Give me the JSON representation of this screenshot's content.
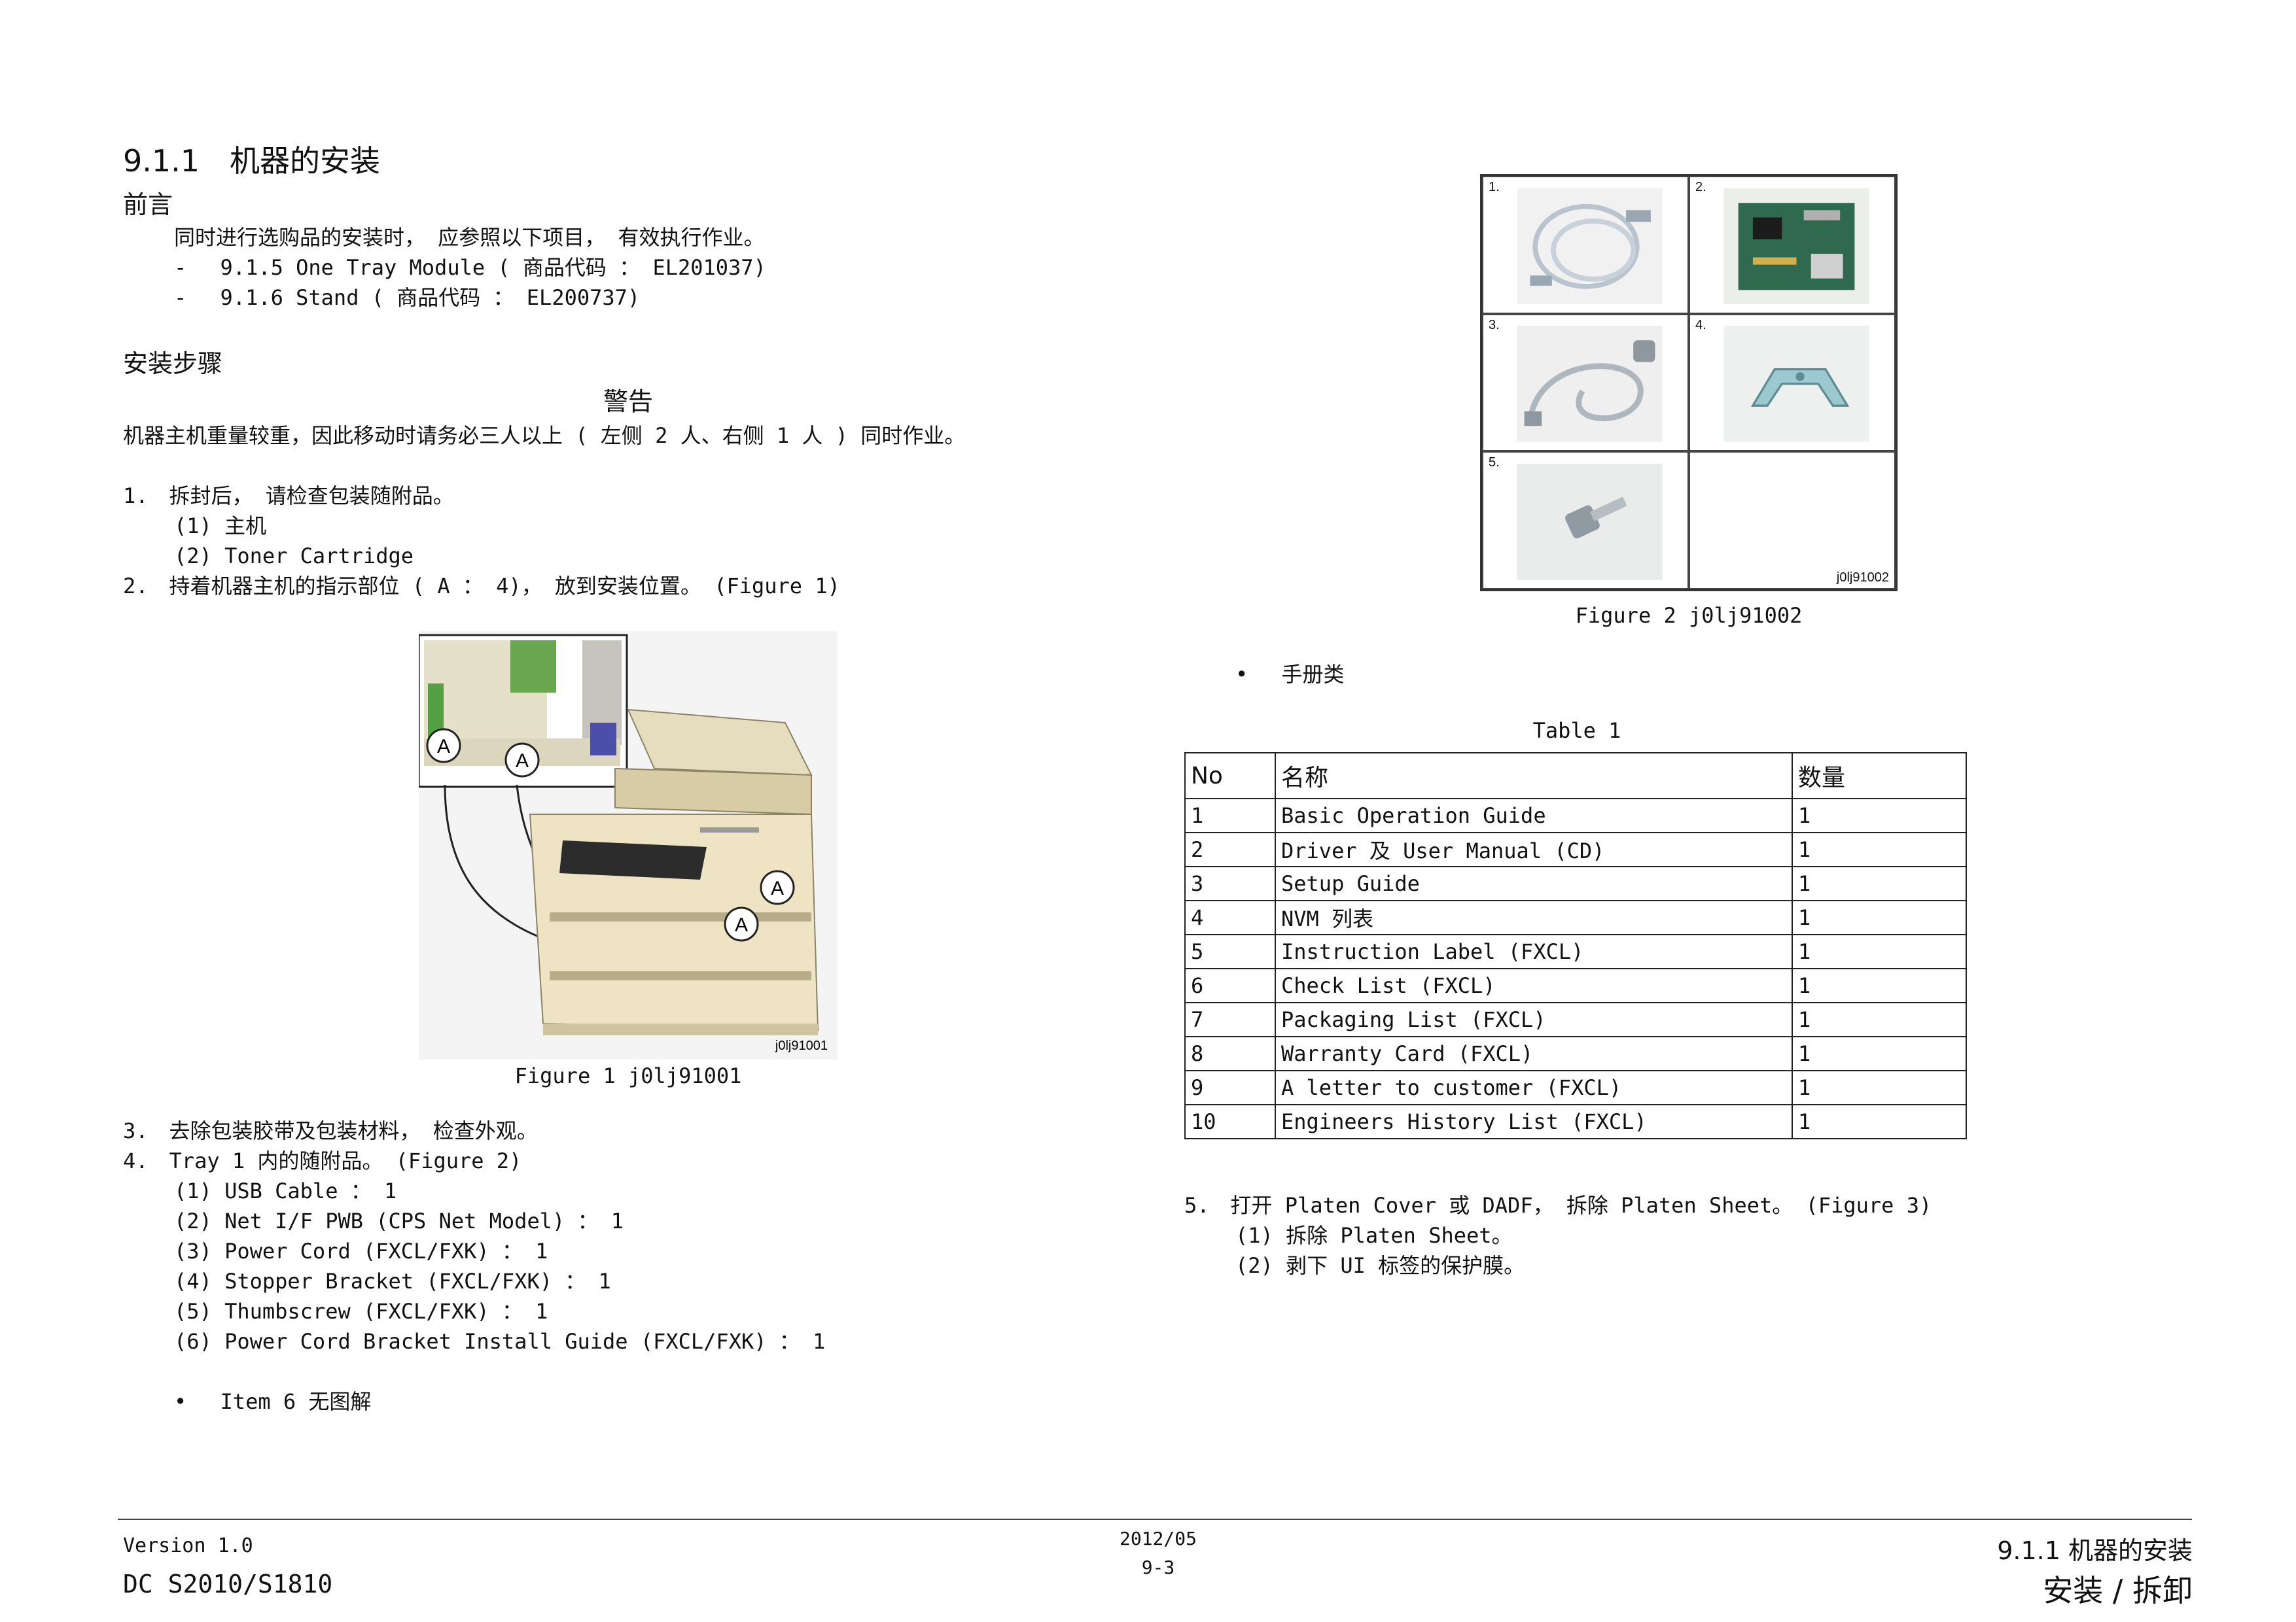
{
  "left": {
    "section_title": "9.1.1　机器的安装",
    "preface_heading": "前言",
    "preface_text": "同时进行选购品的安装时， 应参照以下项目， 有效执行作业。",
    "preface_items": [
      "-　 9.1.5 One Tray Module ( 商品代码 ： EL201037)",
      "-　 9.1.6 Stand ( 商品代码 ： EL200737)"
    ],
    "steps_heading": "安装步骤",
    "warning_label": "警告",
    "warning_text": "机器主机重量较重，因此移动时请务必三人以上 ( 左侧 2 人、右侧 1 人 ) 同时作业。",
    "step1": "1.　拆封后， 请检查包装随附品。",
    "step1_items": [
      "(1) 主机",
      "(2) Toner Cartridge"
    ],
    "step2": "2.　持着机器主机的指示部位 ( A ： 4)， 放到安装位置。 (Figure 1)",
    "figure1_caption": "Figure 1 j0lj91001",
    "figure1_code": "j0lj91001",
    "figure1_callout": "A",
    "step3": "3.　去除包装胶带及包装材料， 检查外观。",
    "step4": "4.　Tray 1 内的随附品。 (Figure 2)",
    "step4_items": [
      "(1) USB Cable ： 1",
      "(2) Net I/F PWB (CPS Net Model) ： 1",
      "(3) Power Cord (FXCL/FXK) ： 1",
      "(4) Stopper Bracket (FXCL/FXK) ： 1",
      "(5) Thumbscrew (FXCL/FXK) ： 1",
      "(6) Power Cord Bracket Install Guide (FXCL/FXK) ： 1"
    ],
    "note": "•　 Item 6 无图解"
  },
  "right": {
    "figure2_cells": [
      "1.",
      "2.",
      "3.",
      "4.",
      "5."
    ],
    "figure2_code": "j0lj91002",
    "figure2_caption": "Figure 2 j0lj91002",
    "manuals_bullet": "•　 手册类",
    "table_title": "Table 1",
    "table_header": [
      "No",
      "名称",
      "数量"
    ],
    "table_rows": [
      [
        "1",
        "Basic Operation Guide",
        "1"
      ],
      [
        "2",
        "Driver 及 User Manual (CD)",
        "1"
      ],
      [
        "3",
        "Setup Guide",
        "1"
      ],
      [
        "4",
        "NVM 列表",
        "1"
      ],
      [
        "5",
        "Instruction Label (FXCL)",
        "1"
      ],
      [
        "6",
        "Check List (FXCL)",
        "1"
      ],
      [
        "7",
        "Packaging List (FXCL)",
        "1"
      ],
      [
        "8",
        "Warranty Card (FXCL)",
        "1"
      ],
      [
        "9",
        "A letter to customer (FXCL)",
        "1"
      ],
      [
        "10",
        "Engineers History List (FXCL)",
        "1"
      ]
    ],
    "step5": "5.　打开 Platen Cover 或 DADF， 拆除 Platen Sheet。 (Figure 3)",
    "step5_items": [
      "(1) 拆除 Platen Sheet。",
      "(2) 剥下 UI 标签的保护膜。"
    ]
  },
  "footer": {
    "version": "Version 1.0",
    "model": "DC S2010/S1810",
    "date": "2012/05",
    "page": "9-3",
    "section": "9.1.1 机器的安装",
    "chapter": "安装 / 拆卸"
  }
}
